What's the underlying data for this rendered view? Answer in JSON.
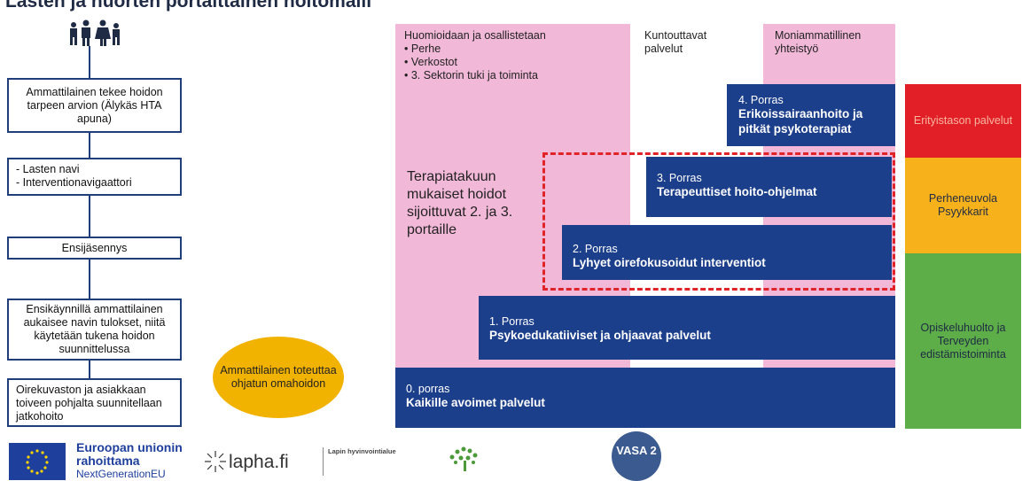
{
  "title": "Lasten ja nuorten portaittainen hoitomalli",
  "flow": {
    "box1": "Ammattilainen tekee hoidon tarpeen arvion (Älykäs HTA apuna)",
    "box2_items": [
      "Lasten navi",
      "Interventionavigaattori"
    ],
    "box3": "Ensijäsennys",
    "box4": "Ensikäynnillä ammattilainen aukaisee navin tulokset, niitä käytetään tukena hoidon suunnittelussa",
    "box5": "Oirekuvaston ja asiakkaan toiveen pohjalta suunnitellaan jatkohoito"
  },
  "oval": "Ammattilainen toteuttaa ohjatun omahoidon",
  "headers": {
    "col1_title": "Huomioidaan ja osallistetaan",
    "col1_items": [
      "Perhe",
      "Verkostot",
      "3. Sektorin tuki ja toiminta"
    ],
    "col2": "Kuntouttavat palvelut",
    "col3": "Moniammatillinen yhteistyö"
  },
  "terapiatakuu": "Terapiatakuun mukaiset hoidot sijoittuvat 2. ja 3. portaille",
  "levels": [
    {
      "level": "0. porras",
      "name": "Kaikille avoimet palvelut"
    },
    {
      "level": "1. Porras",
      "name": "Psykoedukatiiviset ja ohjaavat palvelut"
    },
    {
      "level": "2. Porras",
      "name": "Lyhyet oirefokusoidut interventiot"
    },
    {
      "level": "3. Porras",
      "name": "Terapeuttiset hoito-ohjelmat"
    },
    {
      "level": "4. Porras",
      "name": "Erikoissairaanhoito ja pitkät psykoterapiat"
    }
  ],
  "side": {
    "red": "Erityistason palvelut",
    "orange": "Perheneuvola Psyykkarit",
    "green": "Opiskeluhuolto ja Terveyden edistämistoiminta"
  },
  "footer": {
    "eu_line1": "Euroopan unionin",
    "eu_line2": "rahoittama",
    "eu_line3": "NextGenerationEU",
    "lapha": "lapha.fi",
    "lapha_small_title": "Lapin hyvinvointialue",
    "vasa": "VASA 2"
  },
  "colors": {
    "pink": "#f2b8d8",
    "blue": "#1c3f8c",
    "red": "#e21f26",
    "orange": "#f7b21b",
    "green": "#5dae49",
    "dashed": "#e1232a"
  }
}
